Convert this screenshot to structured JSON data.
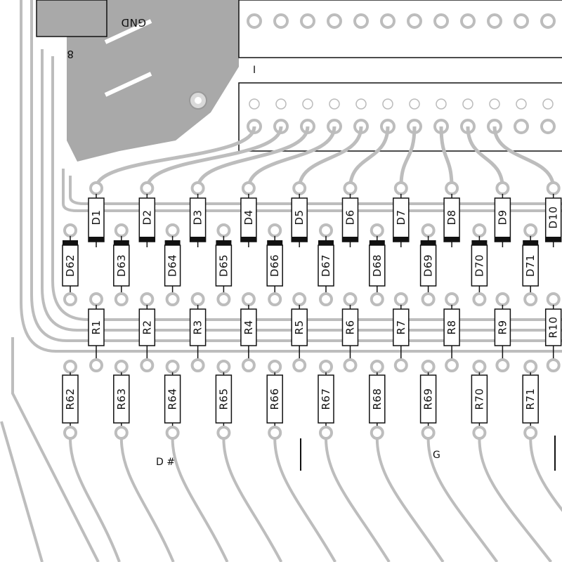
{
  "board": {
    "gnd_label": "GND",
    "pin_label": "8",
    "connector_mark": "I",
    "label_d_sharp": "D #",
    "label_g": "G",
    "colors": {
      "trace": "#bdbdbd",
      "ground_fill": "#a8a8a8",
      "outline": "#111111",
      "band": "#111111",
      "paper": "#ffffff"
    }
  },
  "diodes_upper": [
    "D1",
    "D2",
    "D3",
    "D4",
    "D5",
    "D6",
    "D7",
    "D8",
    "D9",
    "D10"
  ],
  "diodes_lower": [
    "D62",
    "D63",
    "D64",
    "D65",
    "D66",
    "D67",
    "D68",
    "D69",
    "D70",
    "D71"
  ],
  "resistors_upper": [
    "R1",
    "R2",
    "R3",
    "R4",
    "R5",
    "R6",
    "R7",
    "R8",
    "R9",
    "R10"
  ],
  "resistors_lower": [
    "R62",
    "R63",
    "R64",
    "R65",
    "R66",
    "R67",
    "R68",
    "R69",
    "R70",
    "R71"
  ]
}
